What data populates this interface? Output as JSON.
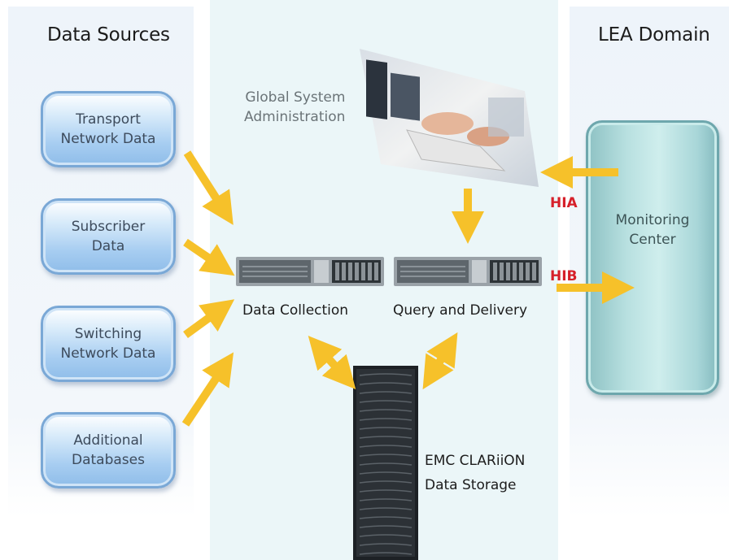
{
  "headings": {
    "left": "Data Sources",
    "right": "LEA Domain"
  },
  "sources": [
    {
      "label": "Transport\nNetwork Data"
    },
    {
      "label": "Subscriber\nData"
    },
    {
      "label": "Switching\nNetwork Data"
    },
    {
      "label": "Additional\nDatabases"
    }
  ],
  "monitoring_center": {
    "label": "Monitoring\nCenter"
  },
  "admin": {
    "label": "Global System\nAdministration"
  },
  "servers": {
    "collection": "Data Collection",
    "delivery": "Query and Delivery"
  },
  "storage": {
    "label": "EMC CLARiiON\nData Storage"
  },
  "interfaces": {
    "hia": "HIA",
    "hib": "HIB"
  },
  "colors": {
    "arrow": "#f6c12a",
    "interface_label": "#d6202a",
    "source_box": "#a7cdf1",
    "monitoring_box": "#b8e0e0"
  }
}
